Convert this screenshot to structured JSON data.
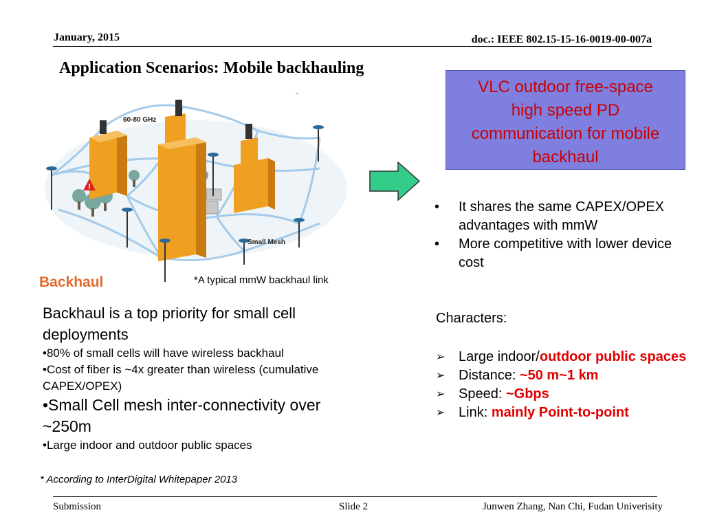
{
  "header": {
    "date": "January, 2015",
    "doc": "doc.: IEEE 802.15-15-16-0019-00-007a"
  },
  "slide_title": "Application Scenarios: Mobile backhauling",
  "illustration": {
    "freq_label": "60-80 GHz",
    "mesh_label": "Small Mesh",
    "backhaul_label": "Backhaul",
    "dash": "-"
  },
  "caption": "*A typical mmW backhaul link",
  "vlc_box": [
    "VLC outdoor free-space",
    "high speed PD",
    "communication for mobile",
    "backhaul"
  ],
  "bullets": [
    {
      "marker": "•",
      "text": "It shares the same CAPEX/OPEX advantages with mmW"
    },
    {
      "marker": "•",
      "text": "More competitive with lower device cost"
    }
  ],
  "characters_label": "Characters:",
  "characters": [
    {
      "label": "Large indoor/",
      "value": "outdoor public spaces"
    },
    {
      "label": "Distance: ",
      "value": "~50 m~1 km"
    },
    {
      "label": "Speed: ",
      "value": "~Gbps"
    },
    {
      "label": "Link: ",
      "value": "mainly Point-to-point"
    }
  ],
  "left_text": {
    "heading": "Backhaul is a top priority for small cell deployments",
    "item1": "•80% of small cells will have wireless backhaul",
    "item2": "•Cost of fiber is ~4x greater than wireless (cumulative CAPEX/OPEX)",
    "item3": "•Small Cell mesh inter-connectivity over ~250m",
    "item4": "•Large indoor and outdoor public spaces"
  },
  "footnote": "* According to InterDigital Whitepaper 2013",
  "footer": {
    "left": "Submission",
    "center": "Slide 2",
    "right": "Junwen Zhang, Nan Chi, Fudan Univerisity"
  },
  "colors": {
    "accent_red": "#e00000",
    "box_fill": "#7f7fe0",
    "arrow_fill": "#33cc88",
    "backhaul_orange": "#e06a2a",
    "building": "#f0a020"
  }
}
